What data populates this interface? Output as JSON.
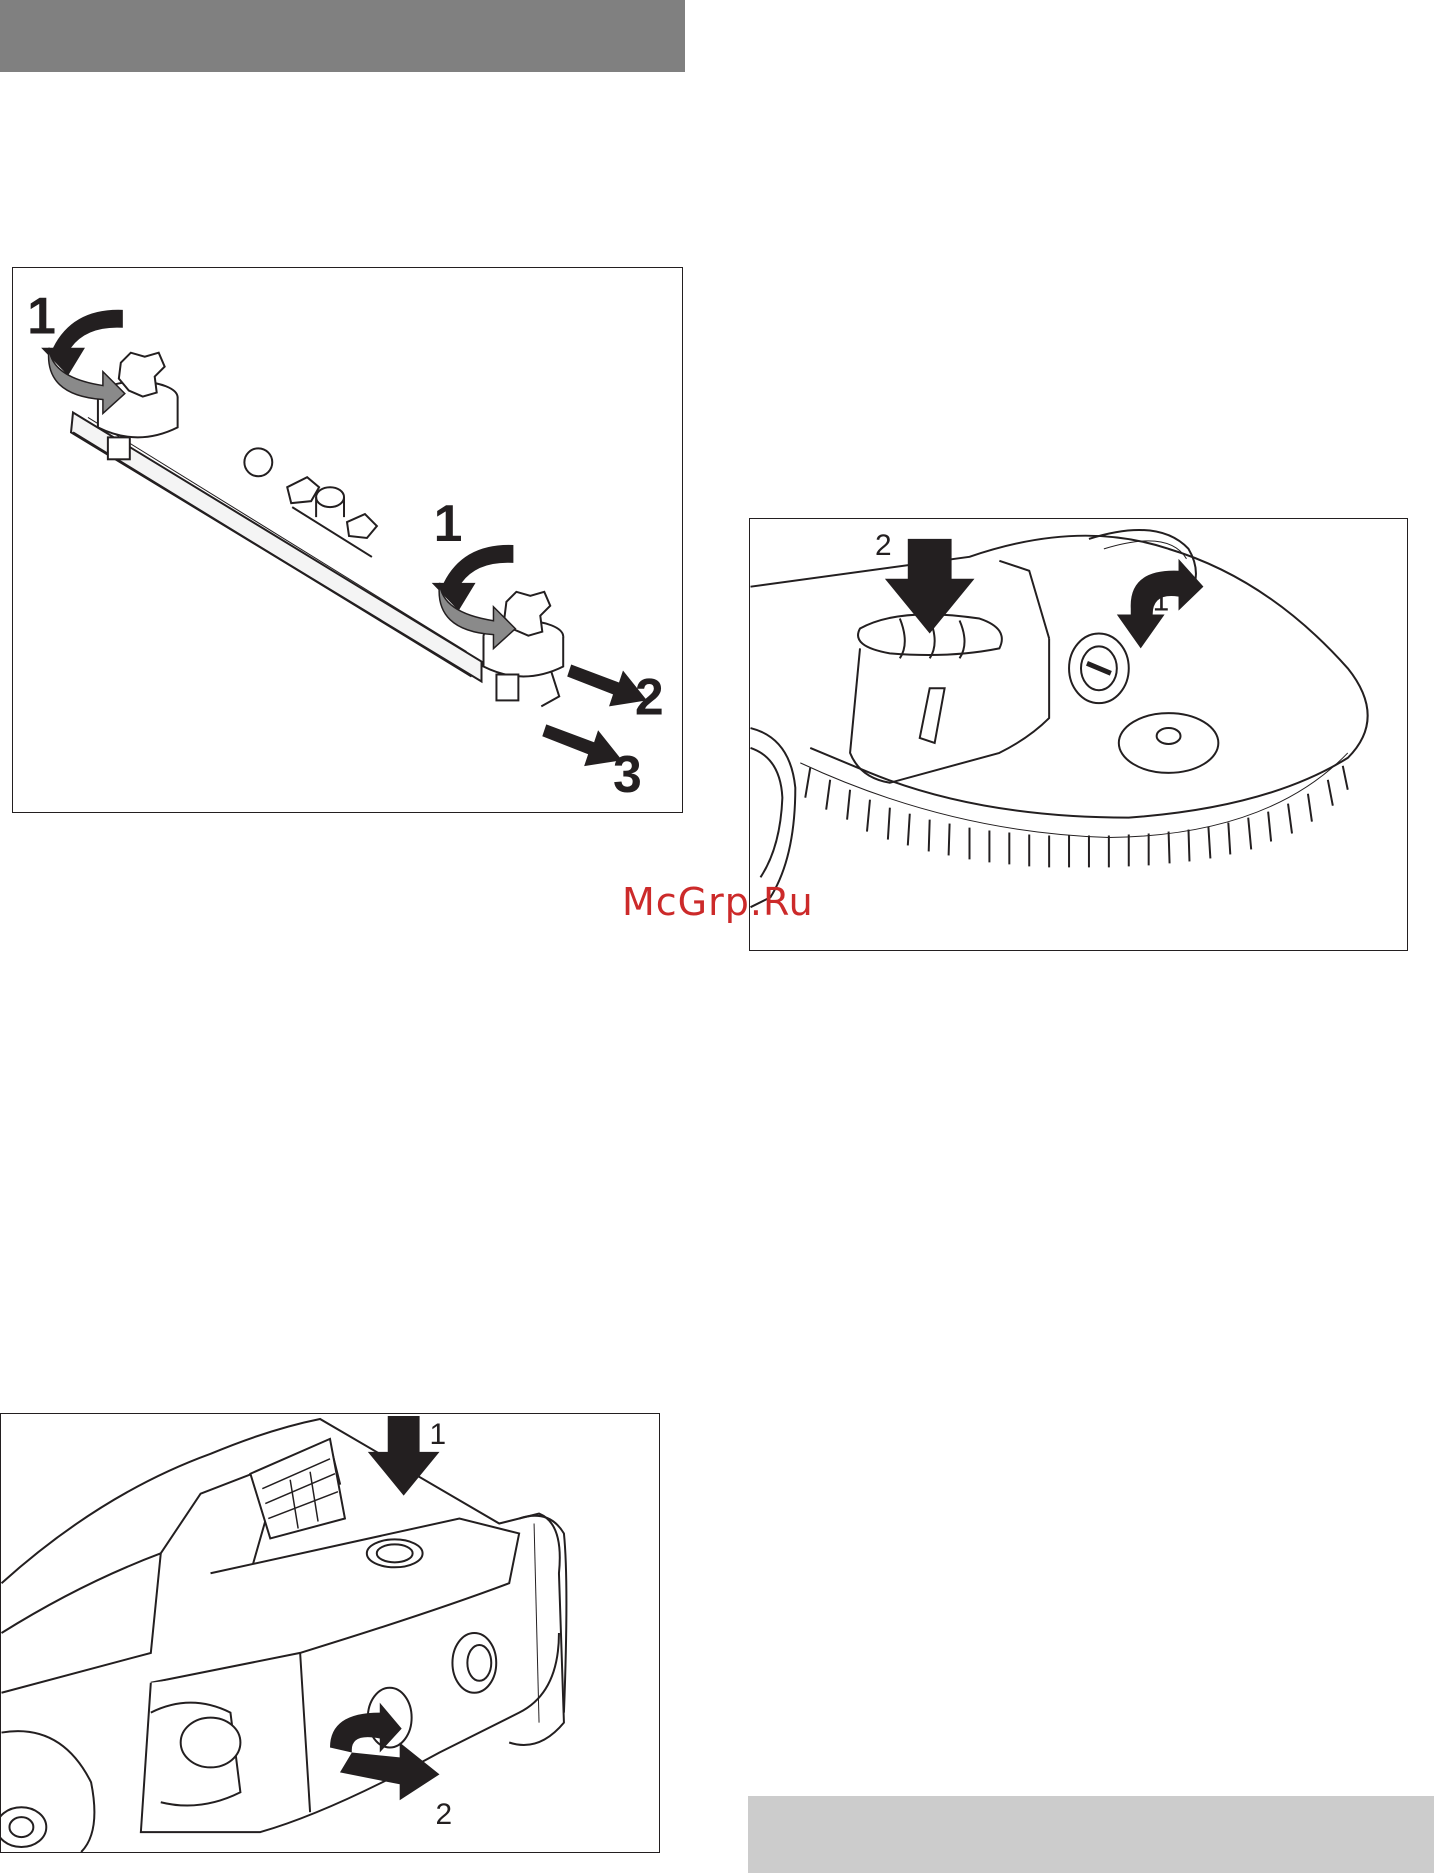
{
  "watermark": {
    "text": "McGrp.Ru",
    "color": "#cc2a2a"
  },
  "colors": {
    "header_bar": "#808080",
    "footer_bar": "#cccccc",
    "line": "#231f20",
    "arrow_grey": "#8a8a8a"
  },
  "figures": [
    {
      "name": "squeegee-removal-figure",
      "callouts": {
        "knob_left": "1",
        "knob_right": "1",
        "step_2": "2",
        "step_3": "3"
      }
    },
    {
      "name": "brush-head-figure",
      "callouts": {
        "press": "2",
        "rotate": "1"
      }
    },
    {
      "name": "brush-release-figure",
      "callouts": {
        "press": "1",
        "rotate": "2"
      }
    }
  ]
}
